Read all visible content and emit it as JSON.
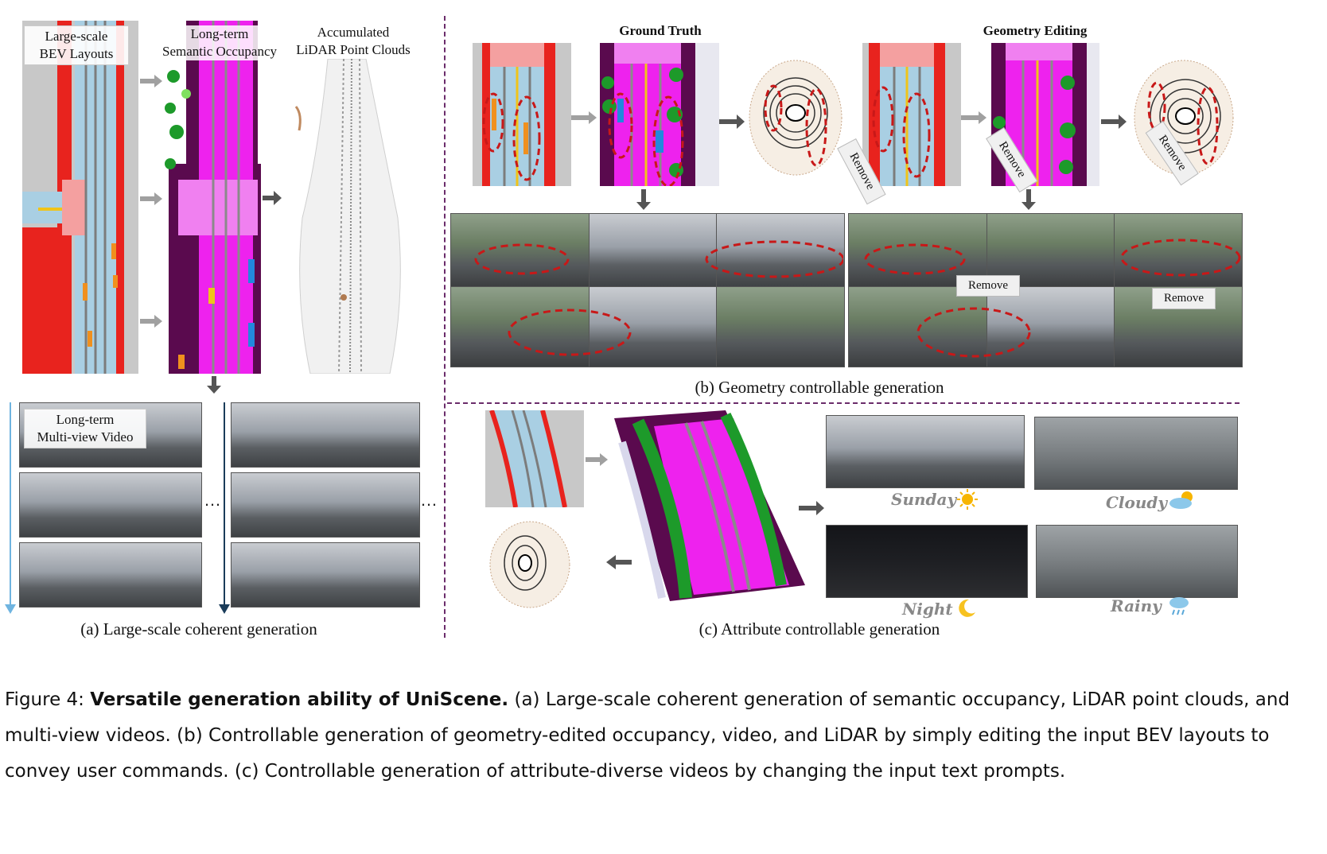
{
  "panel_a": {
    "bev_label": "Large-scale\nBEV Layouts",
    "occ_label": "Long-term\nSemantic Occupancy",
    "lidar_label": "Accumulated\nLiDAR Point Clouds",
    "video_label": "Long-term\nMulti-view Video",
    "ellipsis": "…",
    "caption": "(a) Large-scale coherent generation"
  },
  "panel_b": {
    "ground_truth": "Ground Truth",
    "geometry_editing": "Geometry Editing",
    "remove": "Remove",
    "caption": "(b) Geometry controllable generation"
  },
  "panel_c": {
    "sunday": "Sunday",
    "cloudy": "Cloudy",
    "night": "Night",
    "rainy": "Rainy",
    "caption": "(c) Attribute controllable generation"
  },
  "figure_caption": {
    "prefix": "Figure 4: ",
    "bold": "Versatile generation ability of UniScene.",
    "rest": " (a) Large-scale coherent generation of semantic occupancy, LiDAR point clouds, and multi-view videos. (b) Controllable generation of geometry-edited occupancy, video, and LiDAR by simply editing the input BEV layouts to convey user commands. (c) Controllable generation of attribute-diverse videos by changing the input text prompts."
  },
  "colors": {
    "bev_gray": "#c8c8c8",
    "road_blue": "#a9cfe3",
    "curb_red": "#e8231e",
    "occ_magenta": "#ee22ee",
    "occ_purple": "#5a0a4e",
    "vegetation_green": "#1d9a2a",
    "divider": "#6b2c6b",
    "ellipse_red": "#c81818"
  }
}
